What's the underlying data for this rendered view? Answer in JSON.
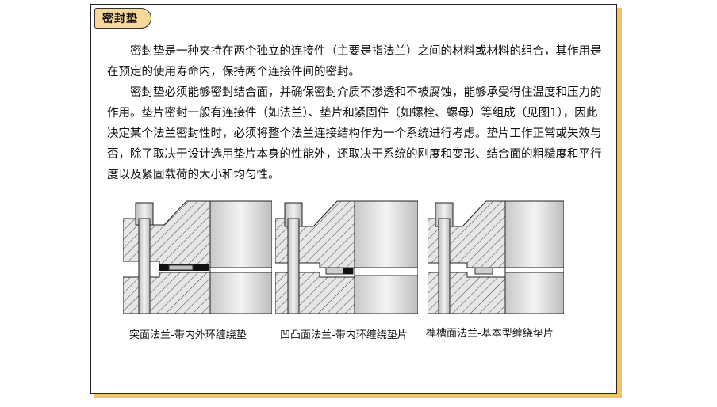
{
  "section": {
    "tag_label": "密封垫"
  },
  "paragraphs": [
    "密封垫是一种夹持在两个独立的连接件（主要是指法兰）之间的材料或材料的组合，其作用是在预定的使用寿命内，保持两个连接件间的密封。",
    "密封垫必须能够密封结合面，并确保密封介质不渗透和不被腐蚀，能够承受得住温度和压力的作用。垫片密封一般有连接件（如法兰）、垫片和紧固件（如螺栓、螺母）等组成（见图1），因此决定某个法兰密封性时，必须将整个法兰连接结构作为一个系统进行考虑。垫片工作正常或失效与否，除了取决于设计选用垫片本身的性能外，还取决于系统的刚度和变形、结合面的粗糙度和平行度以及紧固载荷的大小和均匀性。"
  ],
  "figures": [
    {
      "caption": "突面法兰-带内外环缠绕垫"
    },
    {
      "caption": "凹凸面法兰-带内环缠绕垫片"
    },
    {
      "caption": "榫槽面法兰-基本型缠绕垫片"
    }
  ]
}
